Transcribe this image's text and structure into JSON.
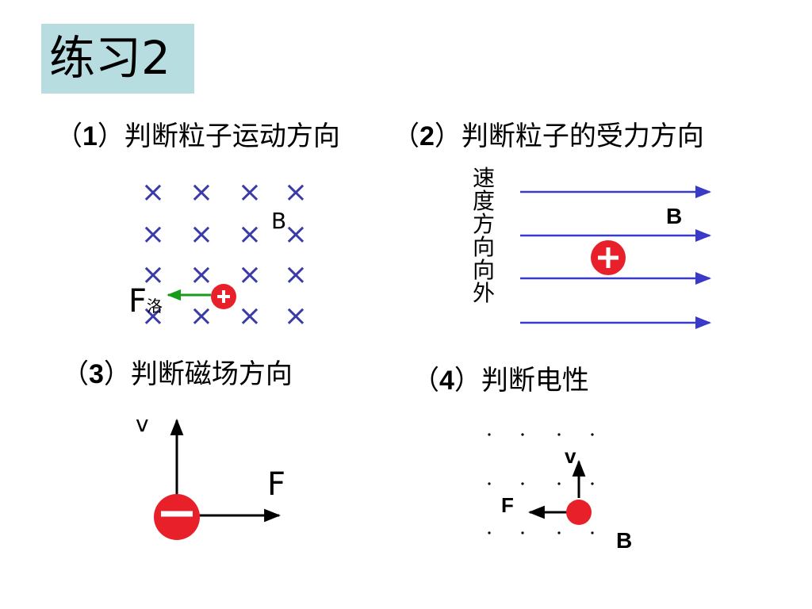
{
  "title": "练习2",
  "questions": {
    "q1": {
      "num": "1",
      "text": "判断粒子运动方向"
    },
    "q2": {
      "num": "2",
      "text": "判断粒子的受力方向"
    },
    "q3": {
      "num": "3",
      "text": "判断磁场方向"
    },
    "q4": {
      "num": "4",
      "text": "判断电性"
    }
  },
  "fig1": {
    "field_label": "B",
    "force_label": "F",
    "force_sub": "洛",
    "field_symbol": "×",
    "charge": "+"
  },
  "fig2": {
    "velocity_note": "速度方向向外",
    "field_label": "B",
    "charge": "+"
  },
  "fig3": {
    "v_label": "v",
    "f_label": "F",
    "charge": "−"
  },
  "fig4": {
    "v_label": "v",
    "f_label": "F",
    "b_label": "B"
  },
  "colors": {
    "title_bg": "#b7dde1",
    "cross": "#3a3aa8",
    "field_line": "#3a3ac8",
    "charge": "#e8202a",
    "force_arrow": "#1a9a1a"
  }
}
